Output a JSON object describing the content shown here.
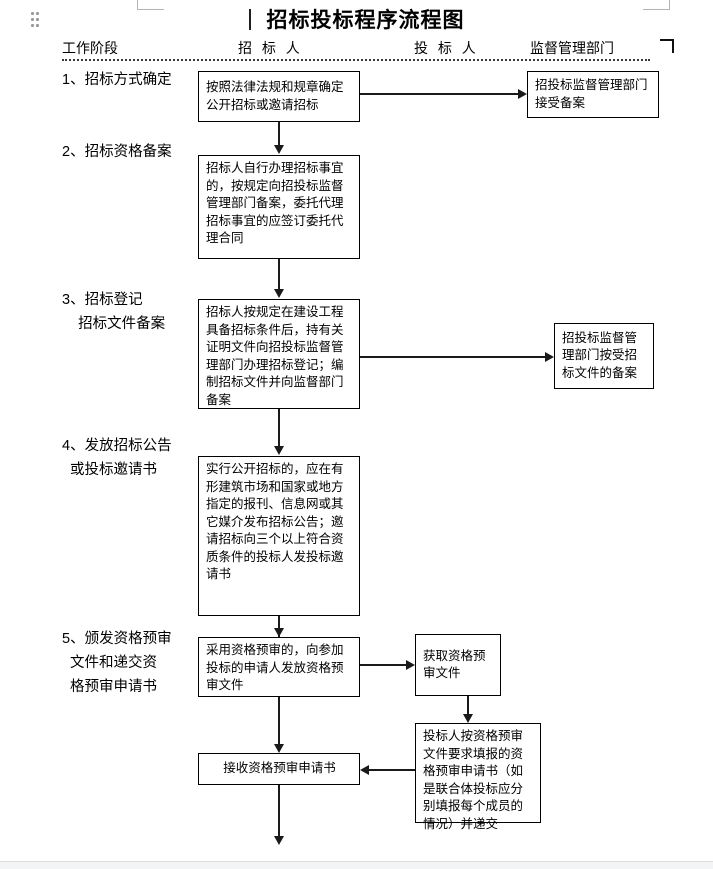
{
  "document": {
    "title": "招标投标程序流程图"
  },
  "header": {
    "columns": [
      {
        "label": "工作阶段"
      },
      {
        "label": "招 标 人"
      },
      {
        "label": "投 标 人"
      },
      {
        "label": "监督管理部门"
      }
    ]
  },
  "stages": [
    {
      "id": "stage-1",
      "label": "1、招标方式确定"
    },
    {
      "id": "stage-2",
      "label": "2、招标资格备案"
    },
    {
      "id": "stage-3",
      "label": "3、招标登记\n    招标文件备案"
    },
    {
      "id": "stage-4",
      "label": "4、发放招标公告\n  或投标邀请书"
    },
    {
      "id": "stage-5",
      "label": "5、颁发资格预审\n  文件和递交资\n  格预审申请书"
    }
  ],
  "boxes": {
    "b1": {
      "text": "按照法律法规和规章确定公开招标或邀请招标"
    },
    "b1r": {
      "text": "招投标监督管理部门接受备案"
    },
    "b2": {
      "text": "招标人自行办理招标事宜的，按规定向招投标监督管理部门备案，委托代理招标事宜的应签订委托代理合同"
    },
    "b3": {
      "text": "招标人按规定在建设工程具备招标条件后，持有关证明文件向招投标监督管理部门办理招标登记；编制招标文件并向监督部门备案"
    },
    "b3r": {
      "text": "招投标监督管理部门按受招标文件的备案"
    },
    "b4": {
      "text": "实行公开招标的，应在有形建筑市场和国家或地方指定的报刊、信息网或其它媒介发布招标公告；邀请招标向三个以上符合资质条件的投标人发投标邀请书"
    },
    "b5": {
      "text": "采用资格预审的，向参加投标的申请人发放资格预审文件"
    },
    "b5r": {
      "text": "获取资格预审文件"
    },
    "b6r": {
      "text": "投标人按资格预审文件要求填报的资格预审申请书（如是联合体投标应分别填报每个成员的情况）并递交"
    },
    "b6": {
      "text": "接收资格预审申请书"
    }
  },
  "colors": {
    "line": "#1a1a1a",
    "border": "#000000",
    "background": "#ffffff",
    "header_rule": "#3a3a3a",
    "page_guide": "#b4b4b4"
  }
}
